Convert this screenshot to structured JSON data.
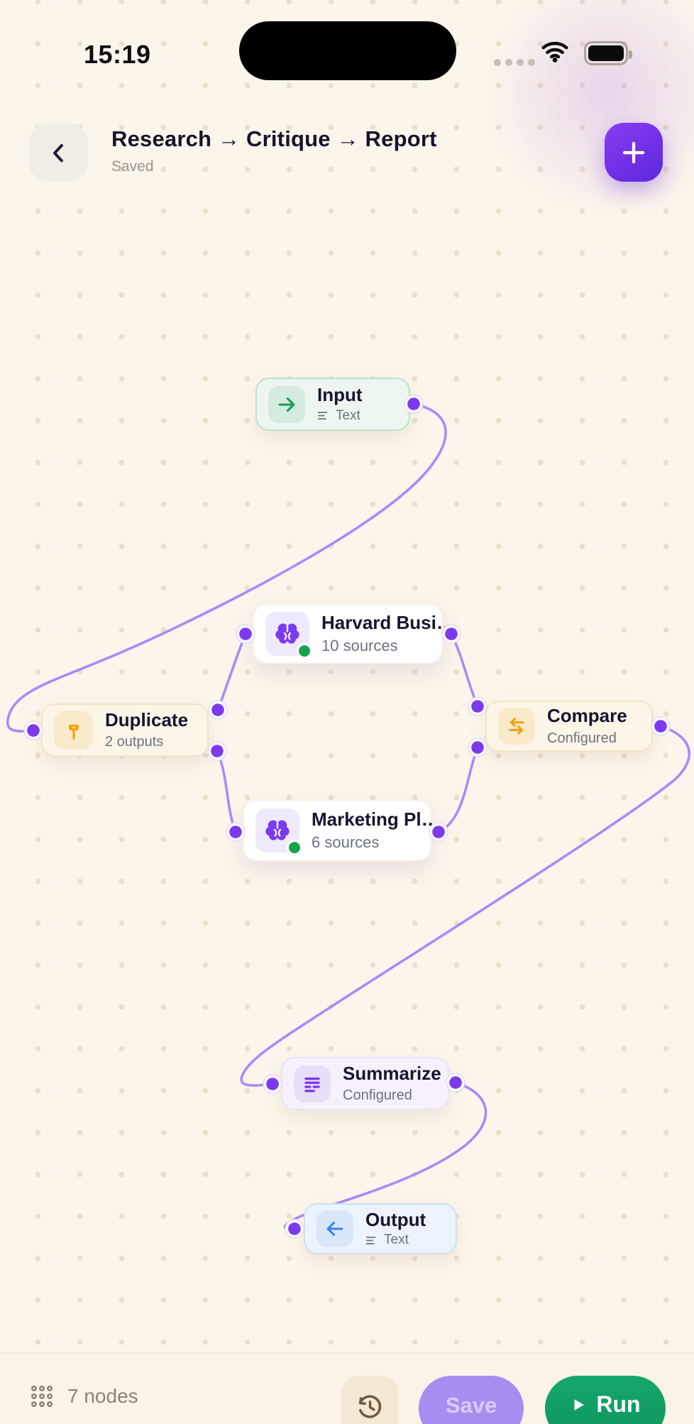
{
  "status_bar": {
    "time": "15:19"
  },
  "header": {
    "title": "Research → Critique → Report",
    "subtitle": "Saved"
  },
  "nodes": [
    {
      "id": "input",
      "title": "Input",
      "subtitle": "Text"
    },
    {
      "id": "harvard",
      "title": "Harvard Busi…",
      "subtitle": "10 sources"
    },
    {
      "id": "duplicate",
      "title": "Duplicate",
      "subtitle": "2 outputs"
    },
    {
      "id": "compare",
      "title": "Compare",
      "subtitle": "Configured"
    },
    {
      "id": "marketing",
      "title": "Marketing Pl…",
      "subtitle": "6 sources"
    },
    {
      "id": "summarize",
      "title": "Summarize",
      "subtitle": "Configured"
    },
    {
      "id": "output",
      "title": "Output",
      "subtitle": "Text"
    }
  ],
  "footer": {
    "node_count": "7 nodes",
    "save_label": "Save",
    "run_label": "Run"
  },
  "icons": {
    "back": "chevron-left-icon",
    "add": "plus-icon",
    "input": "arrow-right-icon",
    "output": "arrow-left-icon",
    "duplicate": "split-arrows-icon",
    "compare": "swap-arrows-icon",
    "knowledge": "brain-icon",
    "summarize": "text-lines-icon",
    "history": "history-clock-icon",
    "grid": "dot-grid-icon",
    "run": "play-icon"
  },
  "colors": {
    "canvas_bg": "#FCF5EB",
    "edge": "#A78BFA",
    "port": "#7C3AED",
    "accent": "#6D28D9",
    "run_green": "#12A066",
    "save_purple": "#A88DF1",
    "amber": "#F59E0B",
    "input_green": "#16A34A",
    "output_blue": "#3B82F6",
    "configured_dot": "#16A34A"
  }
}
